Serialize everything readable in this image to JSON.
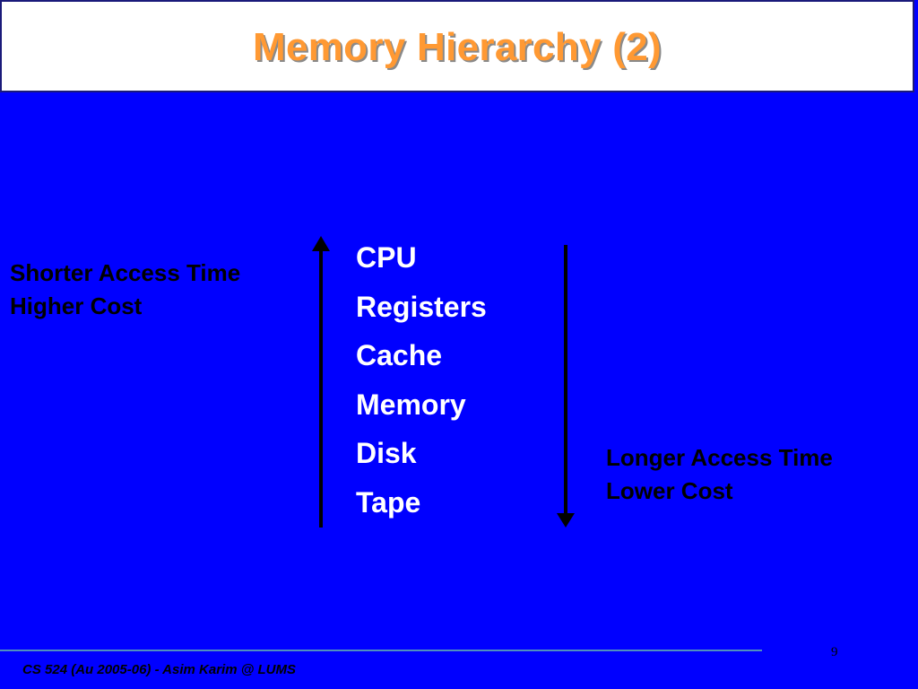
{
  "slide": {
    "title": "Memory Hierarchy (2)",
    "left_label": {
      "line1": "Shorter Access Time",
      "line2": "Higher Cost"
    },
    "right_label": {
      "line1": "Longer Access Time",
      "line2": "Lower Cost"
    },
    "hierarchy_items": [
      "CPU",
      "Registers",
      "Cache",
      "Memory",
      "Disk",
      "Tape"
    ],
    "footer": "CS 524 (Au 2005-06) - Asim Karim @ LUMS",
    "page_number": "9"
  },
  "colors": {
    "background": "#0000ff",
    "title_text": "#ff9933",
    "title_bar": "#ffffff",
    "list_text": "#ffffff",
    "label_text": "#000000",
    "arrow": "#000000",
    "footer_rule": "#4f8fbf"
  },
  "icons": {
    "up_arrow": "arrow-up-icon",
    "down_arrow": "arrow-down-icon"
  }
}
